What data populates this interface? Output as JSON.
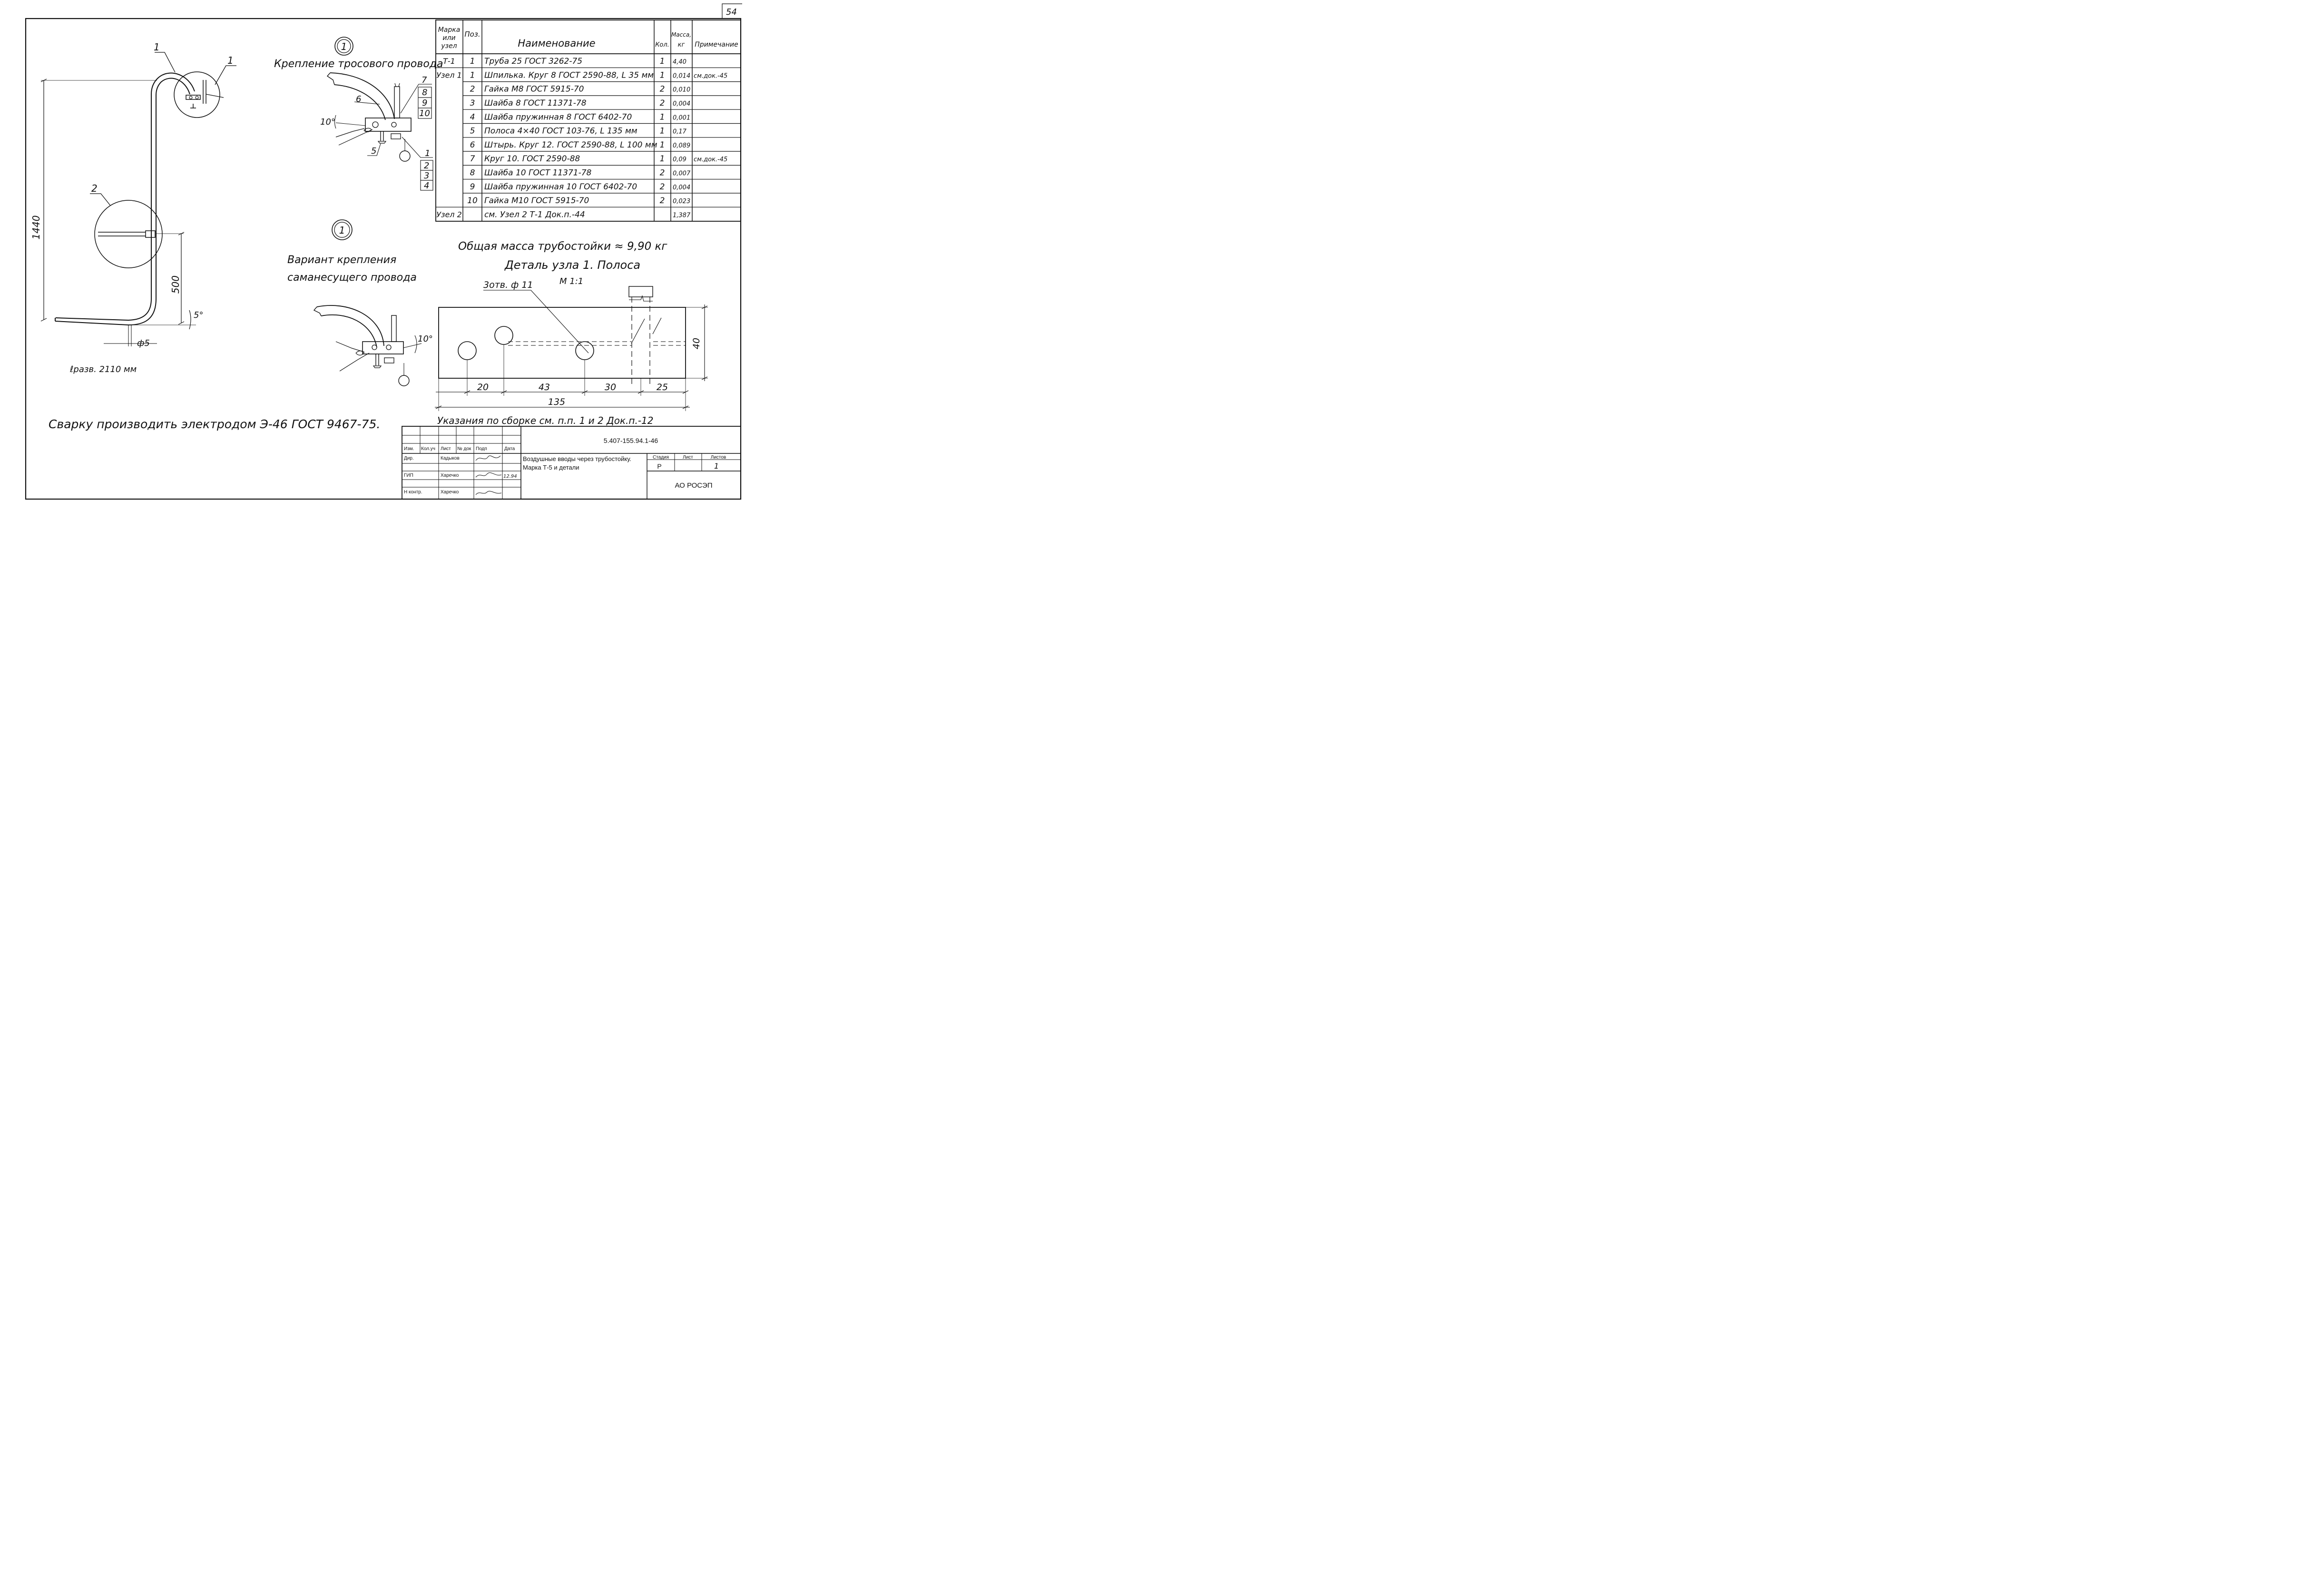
{
  "sheet_number": "54",
  "colors": {
    "ink": "#111111",
    "paper": "#ffffff"
  },
  "callouts": {
    "part1": "1",
    "part2": "2",
    "node1_upper": "1",
    "node1_lower": "1"
  },
  "elevation": {
    "dim_height": "1440",
    "dim_lower": "500",
    "dim_angle": "5°",
    "dim_diameter": "ф5",
    "development_length": "ℓразв. 2110 мм"
  },
  "detail1": {
    "title": "Крепление тросового провода",
    "angle": "10°",
    "positions": [
      "6",
      "7",
      "8",
      "9",
      "10",
      "5",
      "1",
      "2",
      "3",
      "4"
    ]
  },
  "detail1_variant": {
    "title_line1": "Вариант крепления",
    "title_line2": "саманесущего провода",
    "angle": "10°"
  },
  "spec_table": {
    "headers": {
      "mark_l1": "Марка",
      "mark_l2": "или",
      "mark_l3": "узел",
      "pos": "Поз.",
      "name": "Наименование",
      "qty": "Кол.",
      "mass_l1": "Масса,",
      "mass_l2": "кг",
      "note": "Примечание"
    },
    "rows": [
      {
        "mark": "Т-1",
        "pos": "1",
        "name": "Труба 25 ГОСТ 3262-75",
        "qty": "1",
        "mass": "4,40",
        "note": ""
      },
      {
        "mark": "Узел 1",
        "pos": "1",
        "name": "Шпилька. Круг 8 ГОСТ 2590-88, L 35 мм",
        "qty": "1",
        "mass": "0,014",
        "note": "см.док.-45"
      },
      {
        "mark": "",
        "pos": "2",
        "name": "Гайка М8 ГОСТ 5915-70",
        "qty": "2",
        "mass": "0,010",
        "note": ""
      },
      {
        "mark": "",
        "pos": "3",
        "name": "Шайба 8 ГОСТ 11371-78",
        "qty": "2",
        "mass": "0,004",
        "note": ""
      },
      {
        "mark": "",
        "pos": "4",
        "name": "Шайба пружинная 8 ГОСТ 6402-70",
        "qty": "1",
        "mass": "0,001",
        "note": ""
      },
      {
        "mark": "",
        "pos": "5",
        "name": "Полоса 4×40 ГОСТ 103-76,   L 135 мм",
        "qty": "1",
        "mass": "0,17",
        "note": ""
      },
      {
        "mark": "",
        "pos": "6",
        "name": "Штырь. Круг 12. ГОСТ 2590-88, L 100 мм",
        "qty": "1",
        "mass": "0,089",
        "note": ""
      },
      {
        "mark": "",
        "pos": "7",
        "name": "Круг 10. ГОСТ 2590-88",
        "qty": "1",
        "mass": "0,09",
        "note": "см.док.-45"
      },
      {
        "mark": "",
        "pos": "8",
        "name": "Шайба 10 ГОСТ 11371-78",
        "qty": "2",
        "mass": "0,007",
        "note": ""
      },
      {
        "mark": "",
        "pos": "9",
        "name": "Шайба пружинная 10 ГОСТ 6402-70",
        "qty": "2",
        "mass": "0,004",
        "note": ""
      },
      {
        "mark": "",
        "pos": "10",
        "name": "Гайка М10 ГОСТ 5915-70",
        "qty": "2",
        "mass": "0,023",
        "note": ""
      },
      {
        "mark": "Узел 2",
        "pos": "",
        "name": "см. Узел 2   Т-1   Док.п.-44",
        "qty": "",
        "mass": "1,387",
        "note": ""
      }
    ]
  },
  "total_mass": "Общая масса трубостойки ≈ 9,90 кг",
  "strip_detail": {
    "title": "Деталь узла 1.   Полоса",
    "scale": "М 1:1",
    "hole_label": "3отв. ф 11",
    "dim_height": "40",
    "dims": [
      "20",
      "43",
      "30",
      "25"
    ],
    "dim_total": "135"
  },
  "welding_note": "Сварку производить электродом Э-46 ГОСТ 9467-75.",
  "assembly_note": "Указания по сборке см. п.п. 1 и 2   Док.п.-12",
  "title_block": {
    "doc_code": "5.407-155.94.1-46",
    "title_line1": "Воздушные вводы через трубостойку.",
    "title_line2": "Марка Т-5 и детали",
    "col_headers": [
      "Изм.",
      "Кол.уч",
      "Лист",
      "№ док",
      "Подп",
      "Дата"
    ],
    "roles": [
      {
        "role": "Дир.",
        "name": "Кадыков",
        "date": ""
      },
      {
        "role": "ГИП",
        "name": "Харечко",
        "date": "12.94"
      },
      {
        "role": "Н контр.",
        "name": "Харечко",
        "date": ""
      }
    ],
    "stage_label": "Стадия",
    "sheet_label": "Лист",
    "sheets_label": "Листов",
    "stage": "Р",
    "sheets": "1",
    "organization": "АО РОСЭП"
  }
}
